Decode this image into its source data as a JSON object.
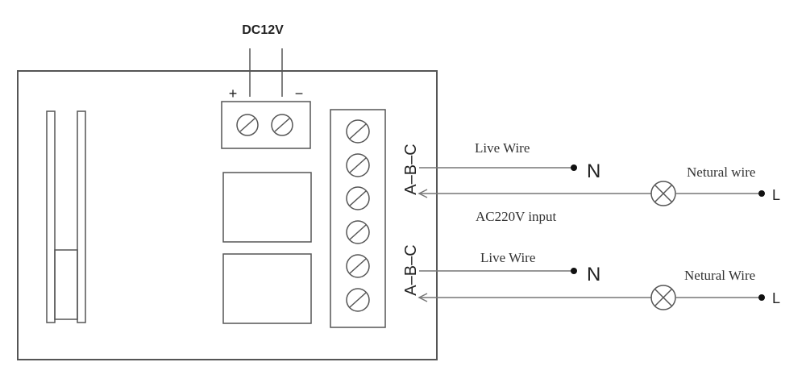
{
  "supply": {
    "label": "DC12V",
    "plus_sign": "+",
    "minus_sign": "−"
  },
  "channels": [
    {
      "terminal_label": "A–B–C",
      "live_wire_label": "Live Wire",
      "live_terminal": "N",
      "neutral_wire_label": "Netural wire",
      "neutral_terminal": "L"
    },
    {
      "terminal_label": "A–B–C",
      "live_wire_label": "Live Wire",
      "live_terminal": "N",
      "neutral_wire_label": "Netural Wire",
      "neutral_terminal": "L"
    }
  ],
  "input_label": "AC220V input",
  "colors": {
    "outline": "#555555",
    "text": "#222222"
  }
}
